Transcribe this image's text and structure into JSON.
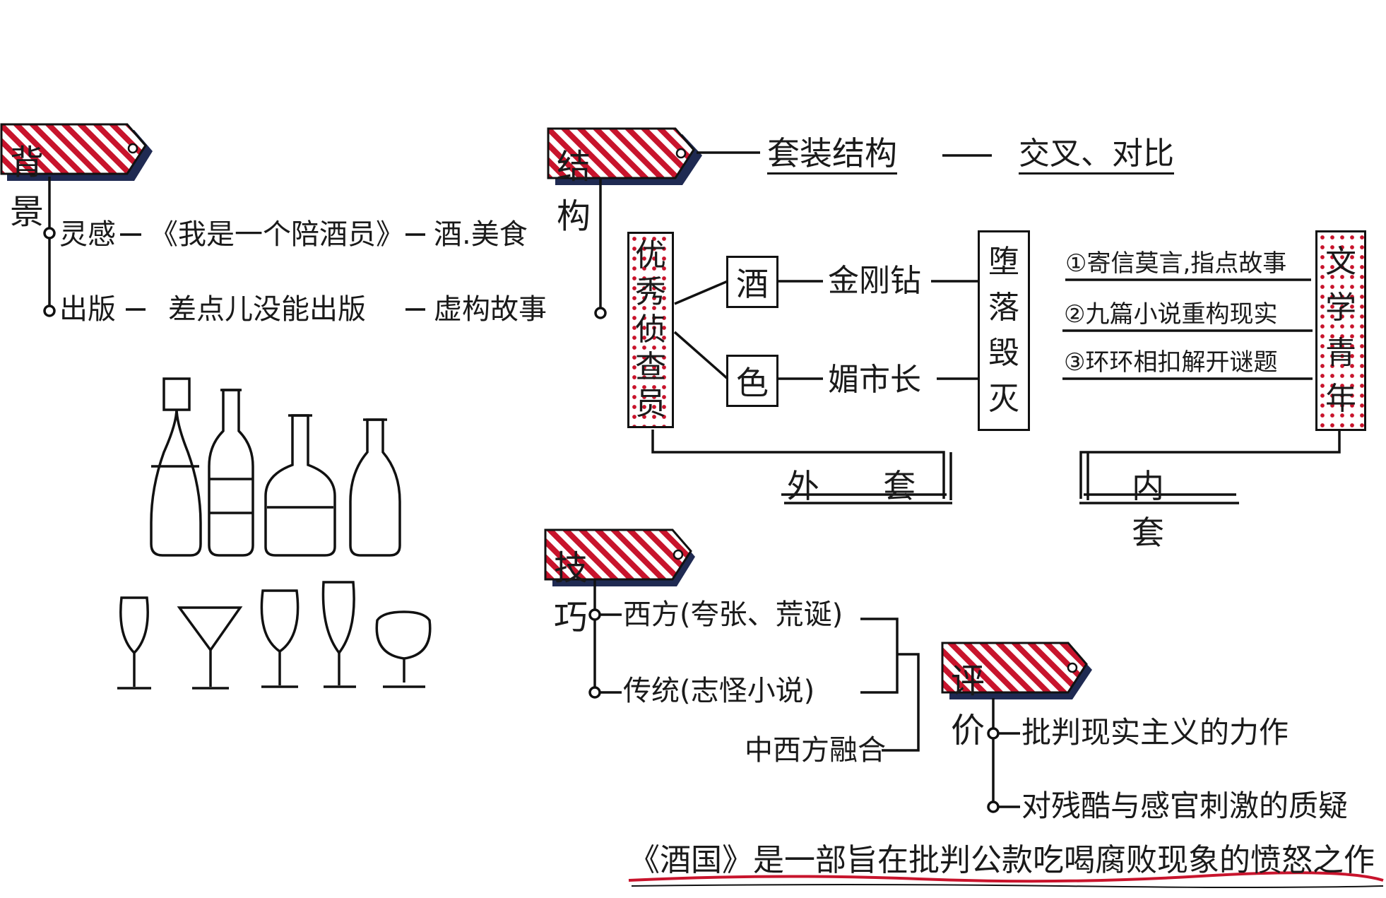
{
  "sections": {
    "background": {
      "tag": "背 景",
      "items": [
        {
          "label": "灵感",
          "middle": "《我是一个陪酒员》",
          "end": "酒.美食"
        },
        {
          "label": "出版",
          "middle": "差点儿没能出版",
          "end": "虚构故事"
        }
      ]
    },
    "structure": {
      "tag": "结 构",
      "headline": "套装结构",
      "headline_note": "交叉、对比",
      "outer": {
        "character": [
          "优",
          "秀",
          "侦",
          "查",
          "员"
        ],
        "themes": [
          {
            "box": "酒",
            "target": "金刚钻"
          },
          {
            "box": "色",
            "target": "媚市长"
          }
        ],
        "result": [
          "堕",
          "落",
          "毁",
          "灭"
        ],
        "label": "外 套"
      },
      "inner": {
        "points": [
          "①寄信莫言,指点故事",
          "②九篇小说重构现实",
          "③环环相扣解开谜题"
        ],
        "character": [
          "文",
          "学",
          "青",
          "年"
        ],
        "label": "内 套"
      }
    },
    "technique": {
      "tag": "技 巧",
      "items": [
        "西方(夸张、荒诞)",
        "传统(志怪小说)"
      ],
      "result": "中西方融合"
    },
    "evaluation": {
      "tag": "评 价",
      "items": [
        "批判现实主义的力作",
        "对残酷与感官刺激的质疑"
      ]
    },
    "conclusion": "《酒国》是一部旨在批判公款吃喝腐败现象的愤怒之作"
  },
  "colors": {
    "accent_red": "#c8142c",
    "shadow_navy": "#1f2a52",
    "ink": "#111111"
  }
}
